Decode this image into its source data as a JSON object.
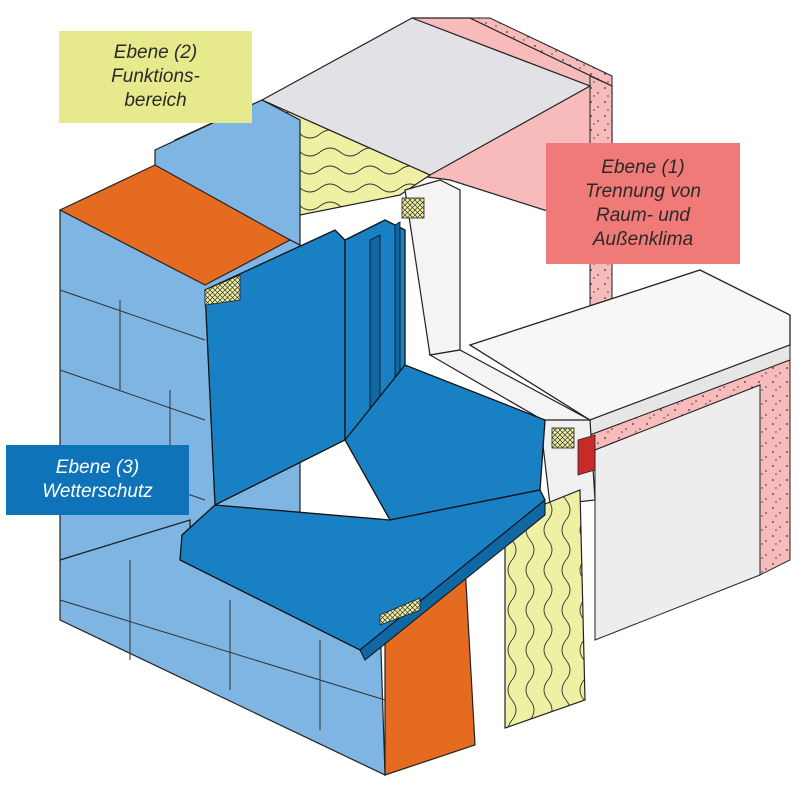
{
  "labels": {
    "level2": {
      "lines": [
        "Ebene (2)",
        "Funktions-",
        "bereich"
      ]
    },
    "level1": {
      "lines": [
        "Ebene (1)",
        "Trennung von",
        "Raum- und",
        "Außenklima"
      ]
    },
    "level3": {
      "lines": [
        "Ebene (3)",
        "Wetterschutz"
      ]
    }
  },
  "colors": {
    "cladding_blue": "#7fb5e2",
    "membrane_blue": "#1a80c4",
    "orange_board": "#e56b21",
    "insulation_yellow": "#eef0a3",
    "interior_pink": "#f7bbbb",
    "ceiling_grey": "#e2e2e6",
    "label_yellow": "#e6ea8c",
    "label_red": "#f07a78",
    "label_blue": "#0f73b9"
  }
}
